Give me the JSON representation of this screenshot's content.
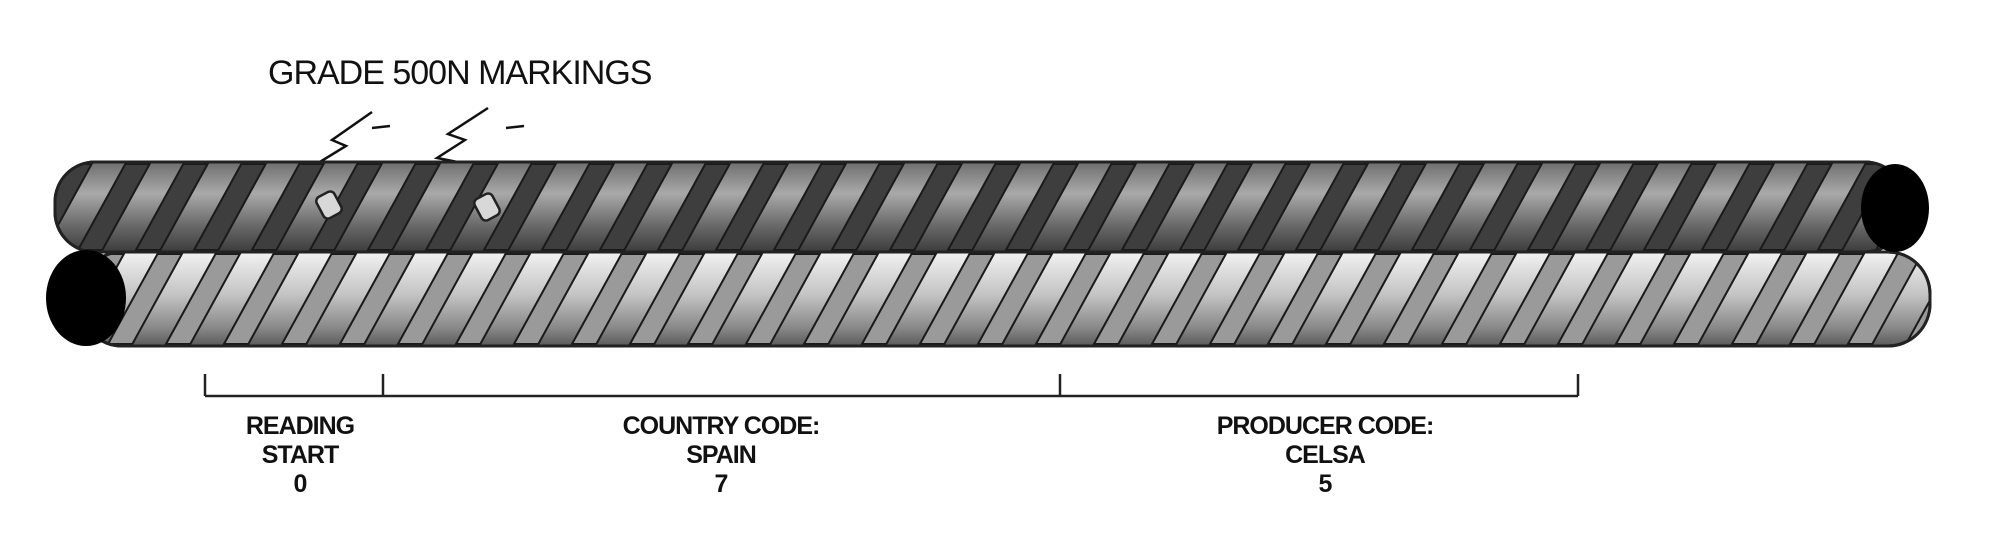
{
  "diagram": {
    "title": "GRADE 500N MARKINGS",
    "segments": [
      {
        "line1": "READING",
        "line2": "START",
        "code": "0"
      },
      {
        "line1": "COUNTRY CODE:",
        "line2": "SPAIN",
        "code": "7"
      },
      {
        "line1": "PRODUCER CODE:",
        "line2": "CELSA",
        "code": "5"
      }
    ]
  },
  "colors": {
    "bar_dark": "#555555",
    "bar_light": "#cfcfcf",
    "rib_fill": "#3e3e3e",
    "end_cap": "#000000",
    "ink": "#111111"
  }
}
